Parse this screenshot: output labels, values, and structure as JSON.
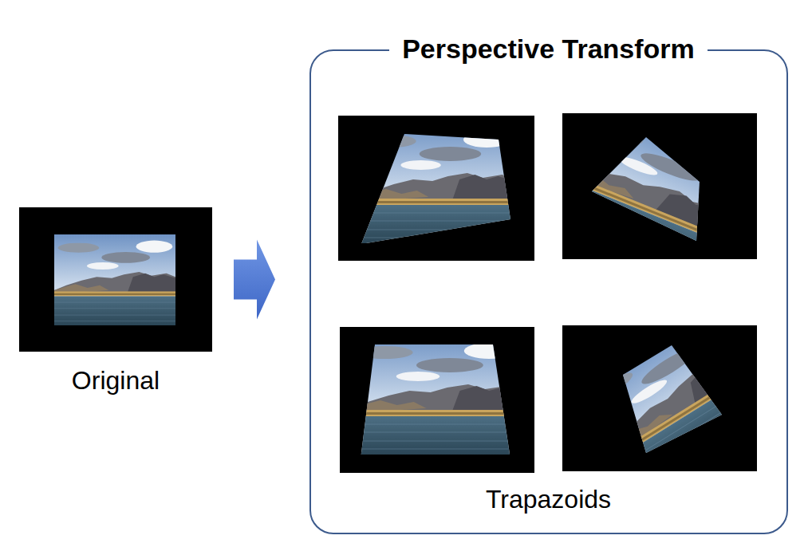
{
  "diagram": {
    "nodes": [
      {
        "text": [
          "Original"
        ]
      },
      {
        "text": [
          "Perspective Transform",
          "Trapazoids"
        ]
      }
    ],
    "edges": [
      {
        "from": 0,
        "to": 1,
        "arrow": "to"
      }
    ]
  }
}
